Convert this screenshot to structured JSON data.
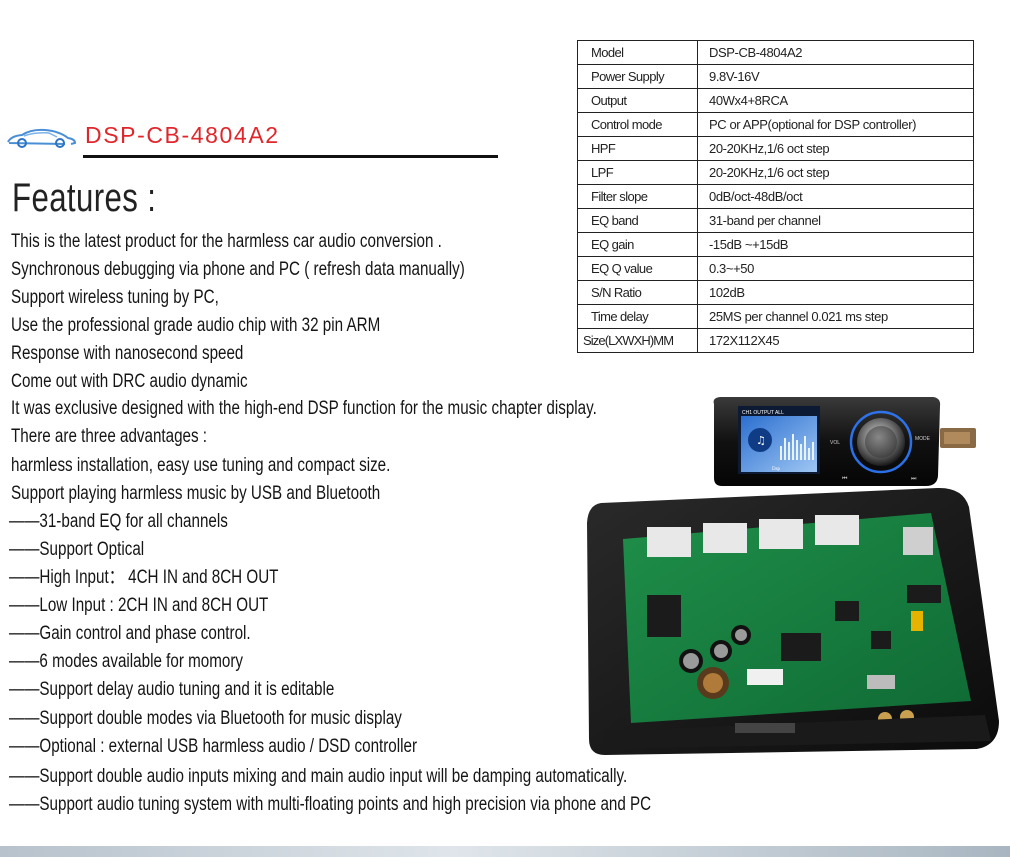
{
  "specs": [
    {
      "key": "Model",
      "value": "DSP-CB-4804A2"
    },
    {
      "key": "Power Supply",
      "value": "9.8V-16V"
    },
    {
      "key": "Output",
      "value": "40Wx4+8RCA"
    },
    {
      "key": "Control mode",
      "value": "PC or APP(optional for DSP controller)"
    },
    {
      "key": "HPF",
      "value": "20-20KHz,1/6 oct step"
    },
    {
      "key": "LPF",
      "value": "20-20KHz,1/6 oct step"
    },
    {
      "key": "Filter slope",
      "value": "0dB/oct-48dB/oct"
    },
    {
      "key": "EQ band",
      "value": "31-band per channel"
    },
    {
      "key": "EQ gain",
      "value": "-15dB ~+15dB"
    },
    {
      "key": "EQ Q value",
      "value": "0.3~+50"
    },
    {
      "key": "S/N Ratio",
      "value": "102dB"
    },
    {
      "key": "Time delay",
      "value": "25MS per channel 0.021 ms step"
    },
    {
      "key": "Size(LXWXH)MM",
      "value": "172X112X45"
    }
  ],
  "brand": {
    "name": "DSP-CB-4804A2",
    "color": "#e0262b"
  },
  "features_title": "Features :",
  "features": [
    "This is the latest product for the harmless car audio conversion .",
    "Synchronous debugging via phone and PC ( refresh data manually)",
    "Support wireless tuning by PC,",
    "Use the professional grade audio chip with 32 pin ARM",
    "Response with nanosecond speed",
    "Come out with DRC audio dynamic",
    "It was exclusive designed with the high-end DSP function for the music chapter display.",
    "There are three advantages :",
    "harmless installation, easy use tuning and compact size.",
    "Support playing harmless music by USB and Bluetooth",
    "——31-band EQ for all channels",
    "——Support Optical",
    "——High Input： 4CH IN and 8CH OUT",
    "——Low Input : 2CH IN and 8CH OUT",
    "——Gain control and phase control.",
    "——6 modes available for momory",
    "——Support delay audio tuning and it is editable",
    "——Support double modes via Bluetooth for music display",
    "——Optional : external USB harmless audio / DSD controller",
    "——Support double audio inputs mixing and main audio input will be damping automatically.",
    "——Support audio tuning system with multi-floating points and high precision via phone and PC"
  ],
  "controller_screen": {
    "header": "CH1 OUTPUT ALL",
    "left_label": "VOL",
    "right_label": "MODE",
    "brand_mark": "Dsp"
  },
  "icons": {
    "brand": "car-logo-icon",
    "controller": "dsp-controller-image",
    "board": "amplifier-board-image"
  }
}
